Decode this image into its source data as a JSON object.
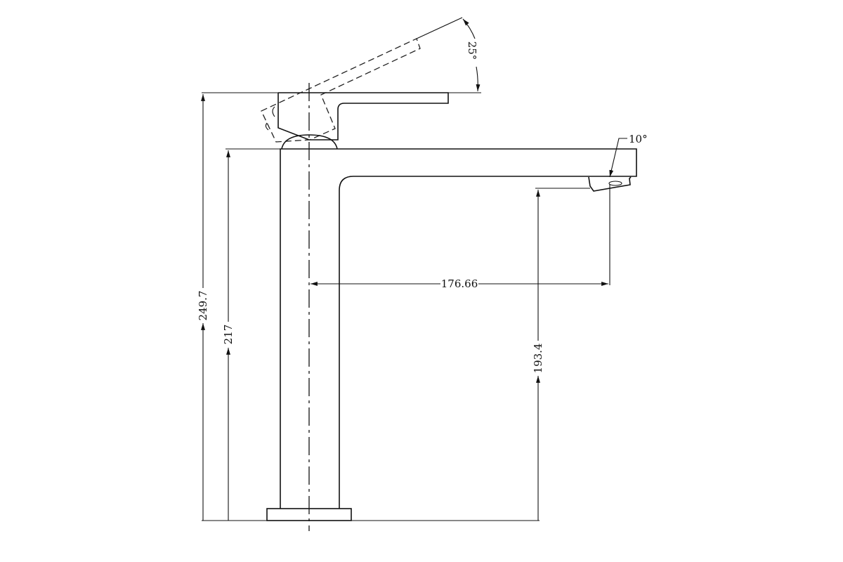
{
  "drawing": {
    "title": "Basin mixer tap side elevation",
    "dimensions": {
      "total_height": "249.7",
      "spout_top_height": "217",
      "outlet_height": "193.4",
      "spout_reach": "176.66",
      "handle_angle": "25°",
      "aerator_angle": "10°"
    }
  }
}
